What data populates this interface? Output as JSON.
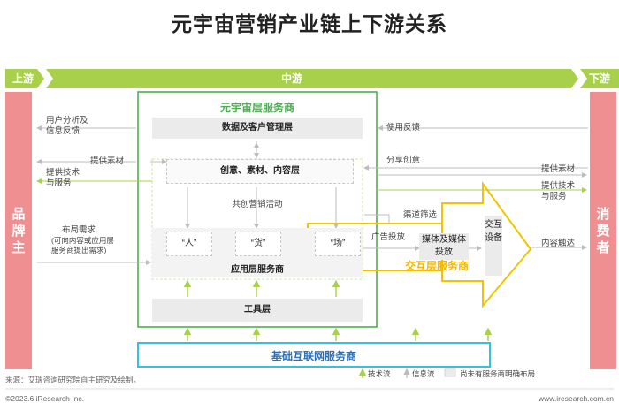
{
  "title": "元宇宙营销产业链上下游关系",
  "stages": {
    "upstream": "上游",
    "midstream": "中游",
    "downstream": "下游"
  },
  "left_side": "品牌主",
  "right_side": "消费者",
  "service_layer": {
    "title": "元宇宙层服务商",
    "data_box": "数据及客户管理层",
    "creative_box": "创意、素材、内容层",
    "co_marketing": "共创营销活动",
    "person": "“人”",
    "goods": "“货”",
    "place": "“场”",
    "app_layer": "应用层服务商",
    "tool_layer": "工具层"
  },
  "interaction": {
    "title": "交互层服务商",
    "media": "媒体及媒体投放",
    "device": "交互设备",
    "ad_delivery": "广告投放",
    "channel": "渠道筛选"
  },
  "infra": "基础互联网服务商",
  "left_labels": {
    "user_analysis": "用户分析及\n信息反馈",
    "provide_material": "提供素材",
    "tech_service": "提供技术\n与服务",
    "layout_need": "布局需求",
    "layout_note": "(可向内容或应用层\n服务商提出需求)"
  },
  "right_labels": {
    "usage_feedback": "使用反馈",
    "share_creative": "分享创意",
    "provide_material": "提供素材",
    "tech_service": "提供技术\n与服务",
    "content_reach": "内容触达"
  },
  "legend": {
    "tech": "技术流",
    "info": "信息流",
    "undefined": "尚未有服务商明确布局"
  },
  "source": "来源：艾瑞咨询研究院自主研究及绘制。",
  "copyright": "©2023.6 iResearch Inc.",
  "website": "www.iresearch.com.cn",
  "colors": {
    "green": "#4caf50",
    "light_green": "#a8d04a",
    "yellow": "#f2b600",
    "pink": "#f08f92",
    "cyan": "#2cc4df",
    "infra_text": "#2a6fb8",
    "grey_box": "#ebebeb"
  }
}
